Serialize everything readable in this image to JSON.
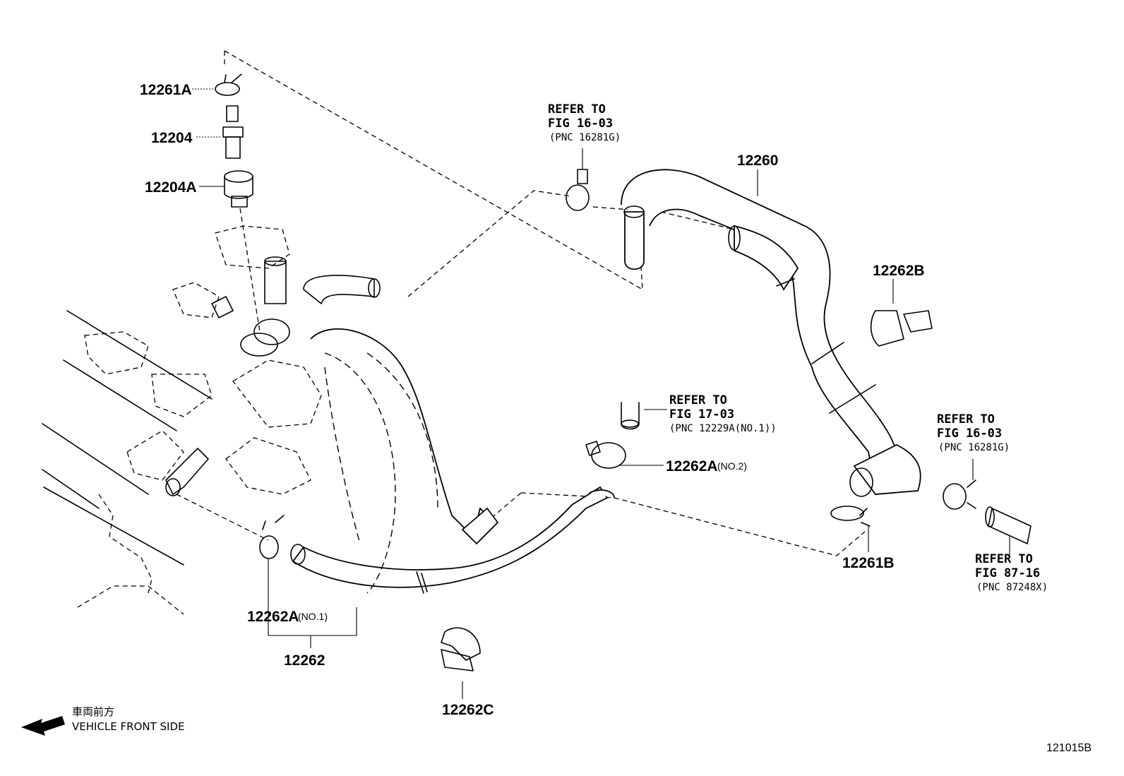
{
  "parts": {
    "p12261A": "12261A",
    "p12204": "12204",
    "p12204A": "12204A",
    "p12260": "12260",
    "p12262B": "12262B",
    "p12262A_no2": "12262A",
    "p12262A_no2_sub": "(NO.2)",
    "p12261B": "12261B",
    "p12262A_no1": "12262A",
    "p12262A_no1_sub": "(NO.1)",
    "p12262": "12262",
    "p12262C": "12262C"
  },
  "refs": {
    "ref1": {
      "line1": "REFER TO",
      "line2": "FIG 16-03",
      "line3": "(PNC 16281G)"
    },
    "ref2": {
      "line1": "REFER TO",
      "line2": "FIG 17-03",
      "line3": "(PNC 12229A(NO.1))"
    },
    "ref3": {
      "line1": "REFER TO",
      "line2": "FIG 16-03",
      "line3": "(PNC 16281G)"
    },
    "ref4": {
      "line1": "REFER TO",
      "line2": "FIG 87-16",
      "line3": "(PNC 87248X)"
    }
  },
  "orientation": {
    "jp": "車両前方",
    "en": "VEHICLE FRONT SIDE"
  },
  "figure_number": "121015B"
}
